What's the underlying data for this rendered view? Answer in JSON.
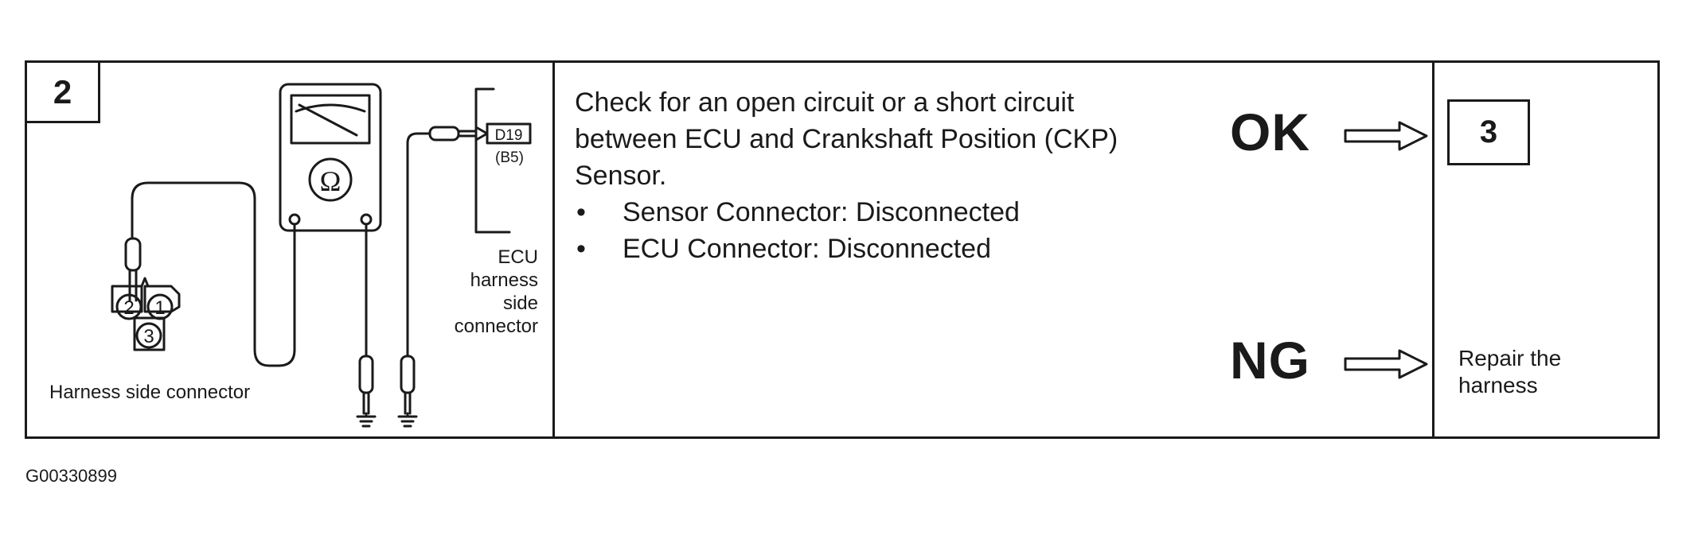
{
  "step": {
    "number": "2",
    "diagram": {
      "meter_symbol": "Ω",
      "harness_pins": [
        "2",
        "1",
        "3"
      ],
      "harness_label": "Harness side connector",
      "ecu_connector_code": "D19",
      "ecu_connector_subcode": "(B5)",
      "ecu_label_lines": [
        "ECU",
        "harness",
        "side",
        "connector"
      ]
    },
    "instruction": {
      "lines": [
        "Check for an open circuit or a short circuit",
        "between ECU and Crankshaft Position (CKP)",
        "Sensor."
      ],
      "bullets": [
        "Sensor Connector: Disconnected",
        "ECU Connector: Disconnected"
      ]
    },
    "results": {
      "ok_label": "OK",
      "ng_label": "NG",
      "ok_next_step": "3",
      "ng_action_lines": [
        "Repair the",
        "harness"
      ]
    }
  },
  "footer": {
    "figure_id": "G00330899"
  }
}
